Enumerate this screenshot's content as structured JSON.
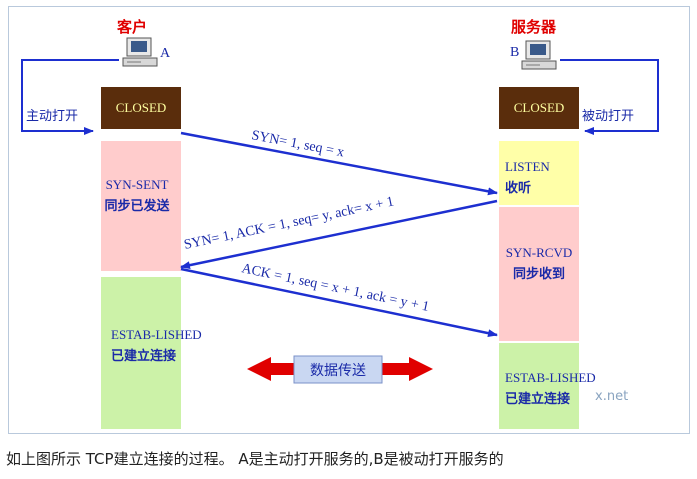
{
  "client": {
    "title": "客户",
    "letter": "A",
    "open_label": "主动打开"
  },
  "server": {
    "title": "服务器",
    "letter": "B",
    "open_label": "被动打开"
  },
  "states": {
    "client_closed": "CLOSED",
    "server_closed": "CLOSED",
    "listen_en": "LISTEN",
    "listen_cn": "收听",
    "syn_sent_en": "SYN-SENT",
    "syn_sent_cn": "同步已发送",
    "syn_rcvd_en": "SYN-RCVD",
    "syn_rcvd_cn": "同步收到",
    "client_estab_en": "ESTAB-LISHED",
    "client_estab_cn": "已建立连接",
    "server_estab_en": "ESTAB-LISHED",
    "server_estab_cn": "已建立连接"
  },
  "messages": {
    "syn": "SYN= 1, seq = x",
    "syn_ack": "SYN= 1, ACK = 1, seq= y, ack= x + 1",
    "ack": "ACK = 1, seq = x + 1, ack = y + 1"
  },
  "data_transfer_label": "数据传送",
  "watermark": "x.net",
  "caption": "如上图所示 TCP建立连接的过程。 A是主动打开服务的,B是被动打开服务的",
  "colors": {
    "closed": "#5a2d0c",
    "listen": "#ffffa8",
    "syn": "#ffcccc",
    "estab": "#ccf2a8",
    "arrow": "#1d2fd0",
    "data_arrow": "#e00000",
    "title_red": "#e00000",
    "label_blue": "#1a2aa8"
  }
}
